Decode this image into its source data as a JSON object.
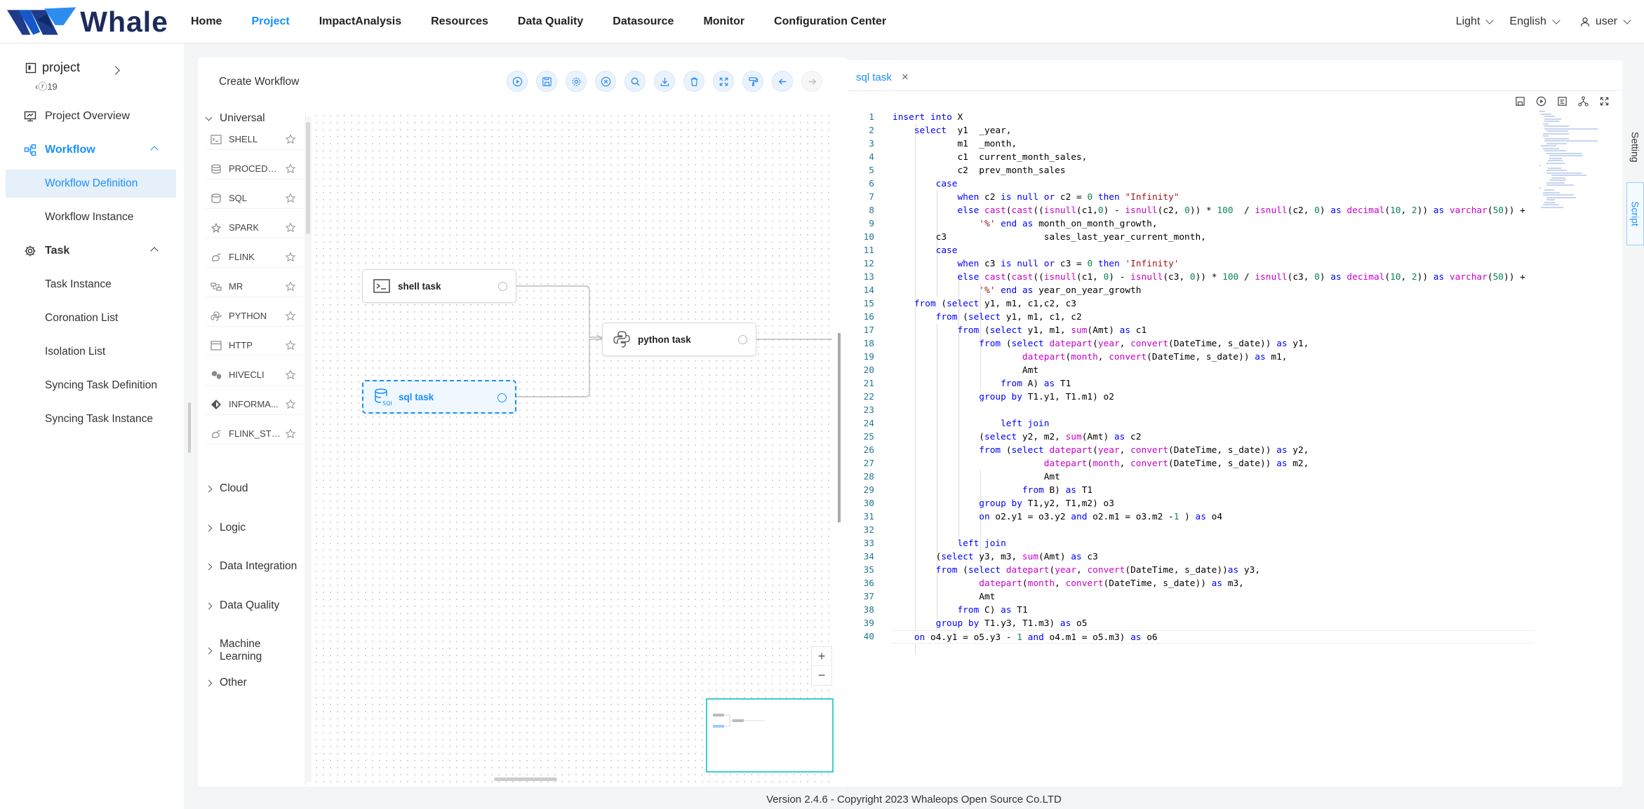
{
  "app": {
    "logo_text": "Whale"
  },
  "nav": {
    "items": [
      "Home",
      "Project",
      "ImpactAnalysis",
      "Resources",
      "Data Quality",
      "Datasource",
      "Monitor",
      "Configuration Center"
    ],
    "active": "Project"
  },
  "header_right": {
    "theme": "Light",
    "language": "English",
    "user": "user"
  },
  "sidebar": {
    "project_name": "project",
    "project_sub": "‹ⓡ19",
    "items": {
      "overview": "Project Overview",
      "workflow": "Workflow",
      "workflow_definition": "Workflow Definition",
      "workflow_instance": "Workflow Instance",
      "task": "Task",
      "task_instance": "Task Instance",
      "coronation_list": "Coronation List",
      "isolation_list": "Isolation List",
      "syncing_task_definition": "Syncing Task Definition",
      "syncing_task_instance": "Syncing Task Instance"
    }
  },
  "workflow": {
    "title": "Create Workflow",
    "palette": {
      "universal": "Universal",
      "items": [
        "SHELL",
        "PROCEDURE",
        "SQL",
        "SPARK",
        "FLINK",
        "MR",
        "PYTHON",
        "HTTP",
        "HIVECLI",
        "INFORMA...",
        "FLINK_STR..."
      ],
      "groups": [
        "Cloud",
        "Logic",
        "Data Integration",
        "Data Quality",
        "Machine Learning",
        "Other"
      ]
    },
    "nodes": {
      "shell": "shell task",
      "sql": "sql task",
      "python": "python task"
    },
    "zoom_in": "+",
    "zoom_out": "−"
  },
  "editor": {
    "tab": "sql task",
    "tab_close": "×",
    "side_tabs": {
      "setting": "Setting",
      "script": "Script"
    },
    "line_numbers": [
      "1",
      "2",
      "3",
      "4",
      "5",
      "6",
      "7",
      "8",
      "9",
      "10",
      "11",
      "12",
      "13",
      "14",
      "15",
      "16",
      "17",
      "18",
      "19",
      "20",
      "21",
      "22",
      "23",
      "24",
      "25",
      "26",
      "27",
      "28",
      "29",
      "30",
      "31",
      "32",
      "33",
      "34",
      "35",
      "36",
      "37",
      "38",
      "39",
      "40"
    ],
    "lines": [
      "insert into X",
      "    select  y1  _year,",
      "            m1  _month,",
      "            c1  current_month_sales,",
      "            c2  prev_month_sales",
      "        case",
      "            when c2 is null or c2 = 0 then \"Infinity\"",
      "            else cast(cast((isnull(c1,0) - isnull(c2, 0)) * 100  / isnull(c2, 0) as decimal(10, 2)) as varchar(50)) +",
      "                '%' end as month_on_month_growth,",
      "        c3                  sales_last_year_current_month,",
      "        case",
      "            when c3 is null or c3 = 0 then 'Infinity'",
      "            else cast(cast((isnull(c1, 0) - isnull(c3, 0)) * 100 / isnull(c3, 0) as decimal(10, 2)) as varchar(50)) +",
      "                '%' end as year_on_year_growth",
      "    from (select y1, m1, c1,c2, c3",
      "        from (select y1, m1, c1, c2",
      "            from (select y1, m1, sum(Amt) as c1",
      "                from (select datepart(year, convert(DateTime, s_date)) as y1,",
      "                        datepart(month, convert(DateTime, s_date)) as m1,",
      "                        Amt",
      "                    from A) as T1",
      "                group by T1.y1, T1.m1) o2",
      "",
      "                    left join",
      "                (select y2, m2, sum(Amt) as c2",
      "                from (select datepart(year, convert(DateTime, s_date)) as y2,",
      "                            datepart(month, convert(DateTime, s_date)) as m2,",
      "                            Amt",
      "                        from B) as T1",
      "                group by T1,y2, T1,m2) o3",
      "                on o2.y1 = o3.y2 and o2.m1 = o3.m2 -1 ) as o4",
      "",
      "            left join",
      "        (select y3, m3, sum(Amt) as c3",
      "        from (select datepart(year, convert(DateTime, s_date))as y3,",
      "                datepart(month, convert(DateTime, s_date)) as m3,",
      "                Amt",
      "            from C) as T1",
      "        group by T1.y3, T1.m3) as o5",
      "    on o4.y1 = o5.y3 - 1 and o4.m1 = o5.m3) as o6"
    ]
  },
  "footer": {
    "text": "Version 2.4.6 - Copyright 2023 Whaleops Open Source Co.LTD"
  },
  "colors": {
    "primary": "#1890ff",
    "selected_bg": "#e6f0fb",
    "minimap_border": "#3ecfd0",
    "keyword": "#0000ff",
    "function": "#c700c7",
    "string": "#a31515",
    "line_number": "#237893"
  }
}
